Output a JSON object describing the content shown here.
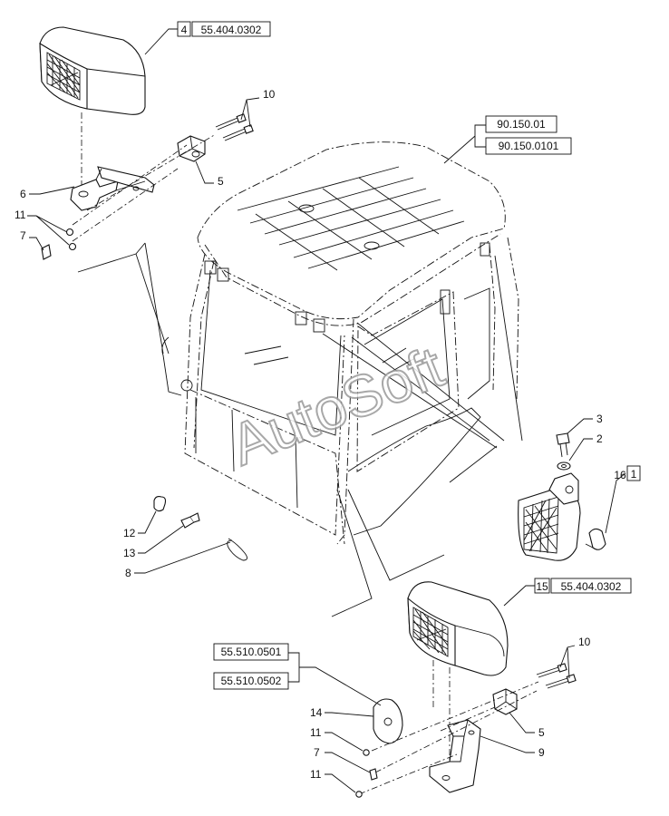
{
  "references": {
    "r4_num": "4",
    "r4_code": "55.404.0302",
    "cab_code_1": "90.150.01",
    "cab_code_2": "90.150.0101",
    "r16_num": "16",
    "r1_num": "1",
    "r15_num": "15",
    "r15_code": "55.404.0302",
    "bottom_code_1": "55.510.0501",
    "bottom_code_2": "55.510.0502"
  },
  "callouts": {
    "c10_top": "10",
    "c5_top": "5",
    "c6": "6",
    "c11_top": "11",
    "c7_top": "7",
    "c3": "3",
    "c2": "2",
    "c12": "12",
    "c13": "13",
    "c8": "8",
    "c10_bot": "10",
    "c14": "14",
    "c11_mid": "11",
    "c7_bot": "7",
    "c11_bot": "11",
    "c5_bot": "5",
    "c9": "9"
  },
  "watermark": "AutoSoft"
}
